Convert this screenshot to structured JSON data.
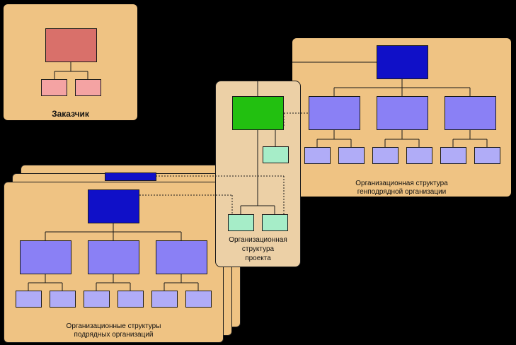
{
  "colors": {
    "background": "#000000",
    "panel": "#efc383",
    "project_panel": "#ecd0a6",
    "client_top": "#d9706a",
    "client_sub": "#f4a3a3",
    "navy": "#1010c8",
    "mid_blue": "#8a80f5",
    "light_blue": "#b0acf7",
    "green": "#22c010",
    "mint": "#a6edc8"
  },
  "labels": {
    "client": "Заказчик",
    "general_contractor": [
      "Организационная структура",
      "генподрядной организации"
    ],
    "project": [
      "Организационная",
      "структура",
      "проекта"
    ],
    "subcontractors": [
      "Организационные структуры",
      "подрядных организаций"
    ]
  }
}
